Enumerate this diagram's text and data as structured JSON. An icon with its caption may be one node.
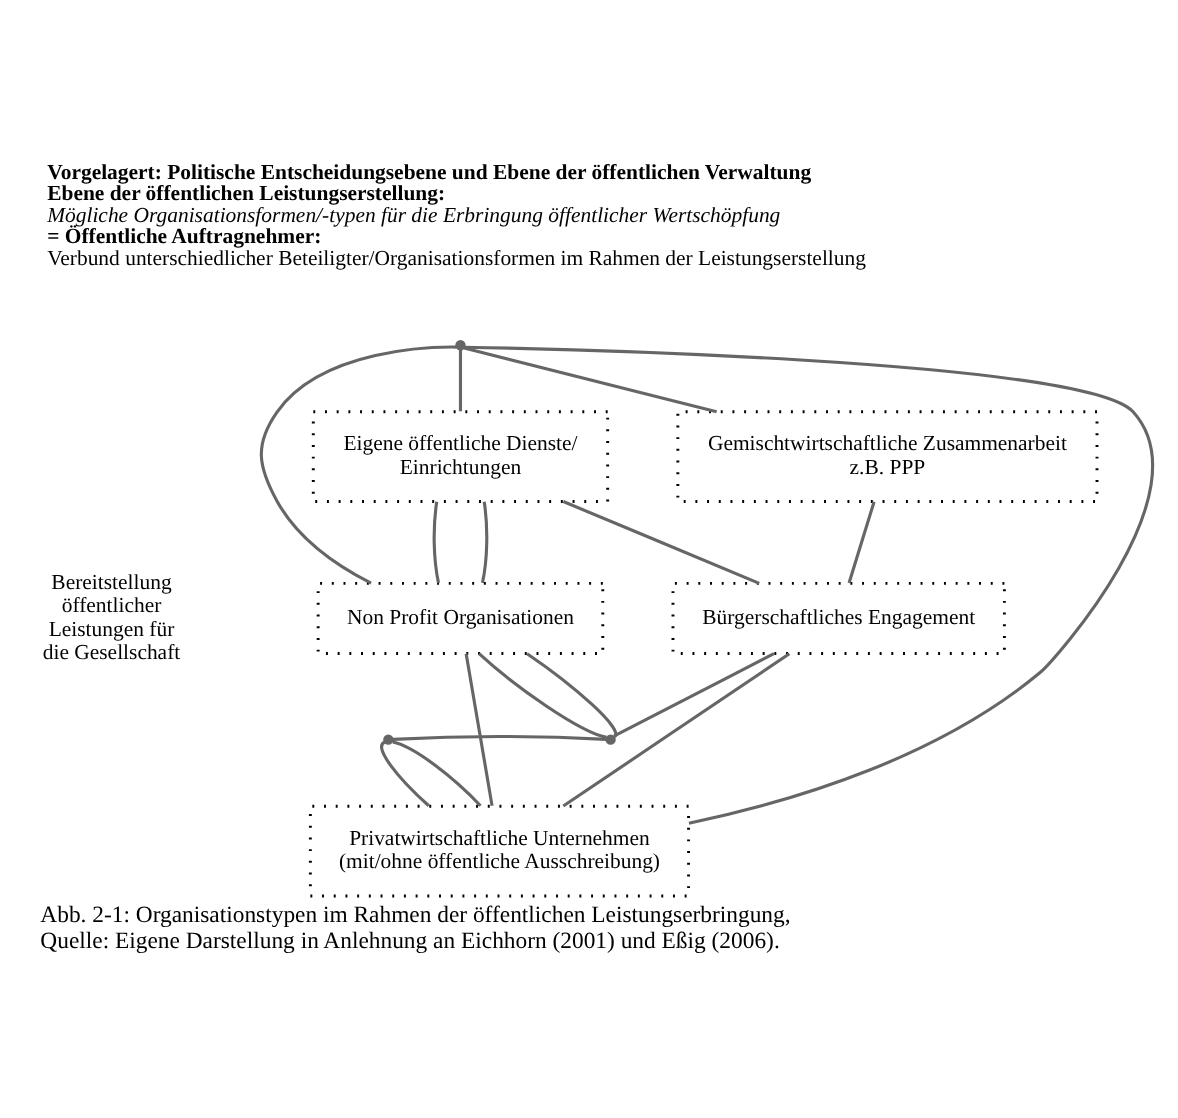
{
  "diagram": {
    "caption": "Abb. 2-1: Organisationstypen im Rahmen der öffentlichen Leistungserbringung, Quelle: Eigene Darstellung in Anlehnung an Eichhorn (2001) und Eßig (2006).",
    "nodes": [
      {
        "text": [],
        "shape": "point"
      },
      {
        "text": [
          "Eigene öffentliche Dienste/ Einrichtungen"
        ]
      },
      {
        "text": [
          "Gemischtwirtschaftliche Zusammenarbeit z.B. PPP"
        ]
      },
      {
        "text": [
          "Bürgerschaftliches Engagement"
        ]
      },
      {
        "text": [
          "Non Profit Organisationen"
        ]
      },
      {
        "text": [
          "Privatwirtschaftliche Unternehmen (mit/ohne öffentliche Ausschreibung)"
        ]
      },
      {
        "text": [],
        "shape": "point"
      },
      {
        "text": [],
        "shape": "point"
      }
    ],
    "edges": [
      {
        "from": 0,
        "to": 1,
        "arrow": "none"
      },
      {
        "from": 0,
        "to": 2,
        "arrow": "none"
      },
      {
        "from": 0,
        "to": 4,
        "arrow": "none"
      },
      {
        "from": 0,
        "to": 5,
        "arrow": "none"
      },
      {
        "from": 2,
        "to": 3,
        "arrow": "none"
      },
      {
        "from": 1,
        "to": 3,
        "arrow": "none"
      },
      {
        "from": 1,
        "to": 4,
        "arrow": "none"
      },
      {
        "from": 1,
        "to": 4,
        "arrow": "none"
      },
      {
        "from": 4,
        "to": 5,
        "arrow": "none"
      },
      {
        "from": 3,
        "to": 5,
        "arrow": "none"
      },
      {
        "from": 3,
        "to": 6,
        "arrow": "none"
      },
      {
        "from": 4,
        "to": 6,
        "arrow": "none"
      },
      {
        "from": 4,
        "to": 6,
        "arrow": "none"
      },
      {
        "from": 6,
        "to": 7,
        "arrow": "none"
      },
      {
        "from": 7,
        "to": 5,
        "arrow": "none"
      },
      {
        "from": 7,
        "to": 5,
        "arrow": "none"
      }
    ],
    "labels": [
      "Vorgelagert: Politische Entscheidungsebene und Ebene der öffentlichen Verwaltung",
      "Ebene der öffentlichen Leistungserstellung:",
      "Mögliche Organisationsformen/-typen für die Erbringung öffentlicher Wertschöpfung",
      "= Öffentliche Auftragnehmer:",
      "Verbund unterschiedlicher Beteiligter/Organisationsformen im Rahmen der Leistungserstellung",
      "Bereitstellung öffentlicher Leistungen für die Gesellschaft"
    ]
  }
}
